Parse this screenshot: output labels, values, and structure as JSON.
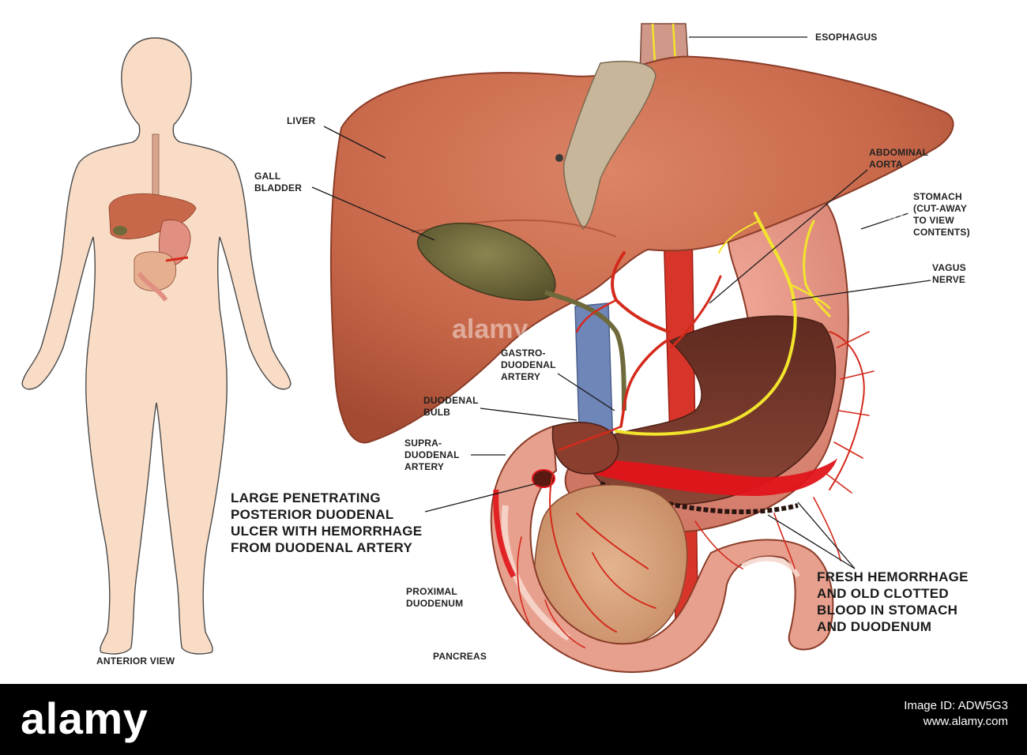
{
  "labels": {
    "esophagus": "ESOPHAGUS",
    "liver": "LIVER",
    "gall_bladder": "GALL\nBLADDER",
    "abdominal_aorta": "ABDOMINAL\nAORTA",
    "stomach": "STOMACH\n(CUT-AWAY\nTO VIEW\nCONTENTS)",
    "vagus_nerve": "VAGUS\nNERVE",
    "gastroduodenal_artery": "GASTRO-\nDUODENAL\nARTERY",
    "duodenal_bulb": "DUODENAL\nBULB",
    "supraduodenal_artery": "SUPRA-\nDUODENAL\nARTERY",
    "ulcer": "LARGE PENETRATING\nPOSTERIOR DUODENAL\nULCER WITH HEMORRHAGE\nFROM DUODENAL ARTERY",
    "proximal_duodenum": "PROXIMAL\nDUODENUM",
    "pancreas": "PANCREAS",
    "fresh_hemorrhage": "FRESH HEMORRHAGE\nAND OLD CLOTTED\nBLOOD IN STOMACH\nAND DUODENUM",
    "anterior_view": "ANTERIOR VIEW"
  },
  "watermark": "alamy",
  "footer": {
    "logo": "alamy",
    "image_id_label": "Image ID: ADW5G3",
    "image_id_value": "",
    "url": "www.alamy.com"
  },
  "colors": {
    "liver": "#c8684a",
    "liver_shadow": "#a44a32",
    "gallbladder": "#6f6a3c",
    "stomach": "#e08f80",
    "stomach_inner": "#7c3a2c",
    "artery": "#d42a1c",
    "vena_cava": "#6f86b8",
    "nerve": "#f2e52c",
    "pancreas": "#d9a57e",
    "body_silhouette": "#f8dcc6",
    "hemorrhage": "#e0141a"
  }
}
